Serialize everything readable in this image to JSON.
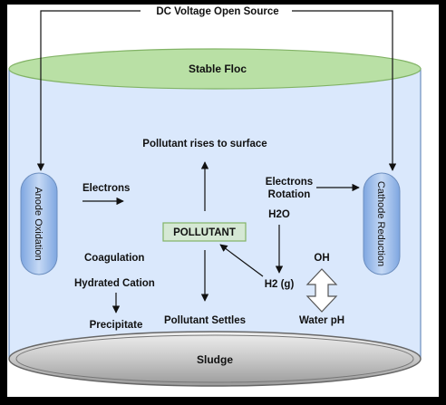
{
  "source_label": "DC Voltage Open Source",
  "stable_floc": "Stable Floc",
  "anode": "Anode Oxidation",
  "cathode": "Cathode Reduction",
  "pollutant": "POLLUTANT",
  "pollutant_rises": "Pollutant rises to surface",
  "electrons": "Electrons",
  "electrons_rotation_line1": "Electrons",
  "electrons_rotation_line2": "Rotation",
  "h2o": "H2O",
  "oh": "OH",
  "h2g": "H2 (g)",
  "coagulation": "Coagulation",
  "hydrated_cation": "Hydrated Cation",
  "precipitate": "Precipitate",
  "pollutant_settles": "Pollutant Settles",
  "water_ph": "Water pH",
  "sludge": "Sludge",
  "colors": {
    "tank_fill": "#dae8fc",
    "tank_stroke": "#6c8ebf",
    "floc_fill": "#b9e0a5",
    "floc_stroke": "#82b366",
    "electrode_fill": "#a9c4eb",
    "pollutant_fill": "#d5e8d4",
    "sludge_fill": "#c8c8c8",
    "sludge_stroke": "#666666"
  }
}
